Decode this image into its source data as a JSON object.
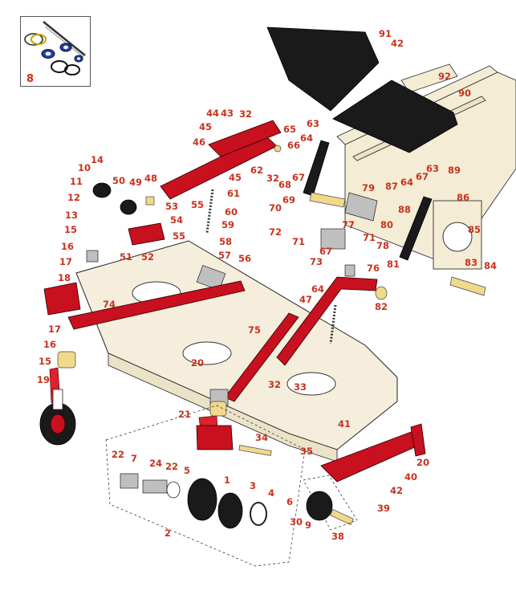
{
  "inset": {
    "label": "8",
    "icon": "seal-kit-icon"
  },
  "callouts": [
    "91",
    "42",
    "92",
    "90",
    "44",
    "43",
    "32",
    "45",
    "46",
    "65",
    "63",
    "64",
    "66",
    "62",
    "32",
    "67",
    "68",
    "45",
    "61",
    "14",
    "10",
    "50",
    "49",
    "48",
    "11",
    "53",
    "12",
    "54",
    "13",
    "15",
    "55",
    "16",
    "17",
    "51",
    "52",
    "55",
    "60",
    "59",
    "58",
    "57",
    "56",
    "69",
    "70",
    "72",
    "71",
    "77",
    "71",
    "79",
    "87",
    "64",
    "67",
    "63",
    "89",
    "88",
    "80",
    "86",
    "78",
    "85",
    "81",
    "67",
    "73",
    "64",
    "83",
    "84",
    "18",
    "76",
    "82",
    "74",
    "47",
    "17",
    "75",
    "16",
    "15",
    "19",
    "20",
    "32",
    "33",
    "21",
    "34",
    "41",
    "35",
    "20",
    "40",
    "42",
    "39",
    "22",
    "7",
    "24",
    "22",
    "5",
    "1",
    "3",
    "4",
    "6",
    "30",
    "9",
    "38",
    "2"
  ],
  "colors": {
    "callout": "#c8321e",
    "part_red": "#c8101e",
    "deck": "#f6eedc",
    "mat": "#1a1a1a"
  }
}
